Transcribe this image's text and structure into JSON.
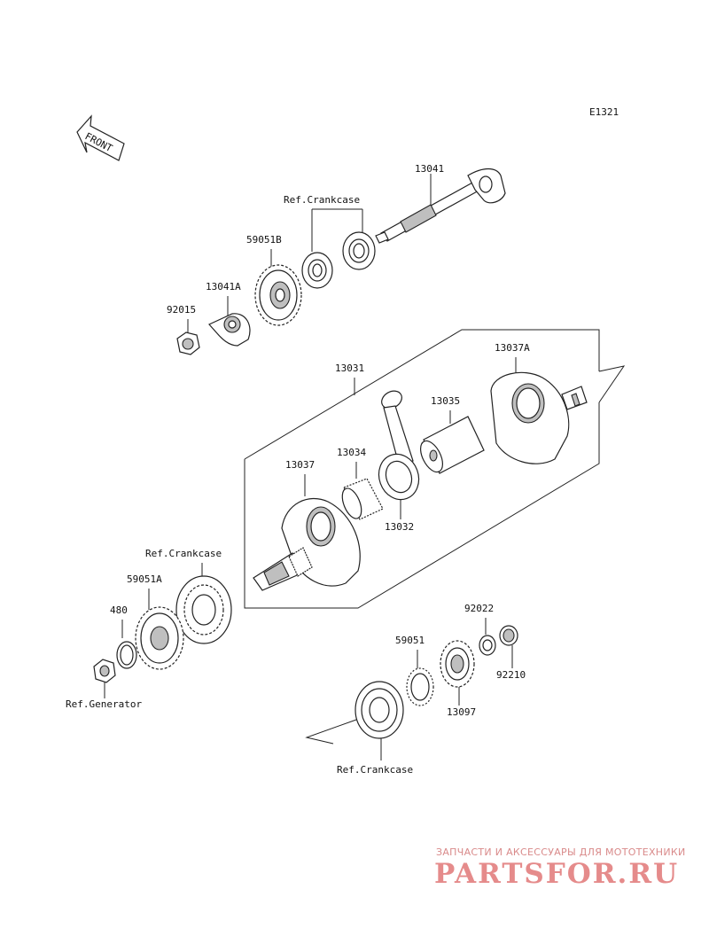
{
  "diagram_code": "E1321",
  "front_label": "FRONT",
  "labels": {
    "p13041": "13041",
    "ref_crankcase_top": "Ref.Crankcase",
    "p59051B": "59051B",
    "p13041A": "13041A",
    "p92015": "92015",
    "p13031": "13031",
    "p13037A": "13037A",
    "p13035": "13035",
    "p13034": "13034",
    "p13037": "13037",
    "p13032": "13032",
    "ref_crankcase_left": "Ref.Crankcase",
    "p59051A": "59051A",
    "p480": "480",
    "ref_generator": "Ref.Generator",
    "p92022": "92022",
    "p59051": "59051",
    "p92210": "92210",
    "p13097": "13097",
    "ref_crankcase_bottom": "Ref.Crankcase"
  },
  "watermark": {
    "tagline": "ЗАПЧАСТИ И АКСЕССУАРЫ ДЛЯ МОТОТЕХНИКИ",
    "logo": "PARTSFOR.RU"
  },
  "colors": {
    "line": "#222222",
    "watermark": "#e58b8b"
  }
}
